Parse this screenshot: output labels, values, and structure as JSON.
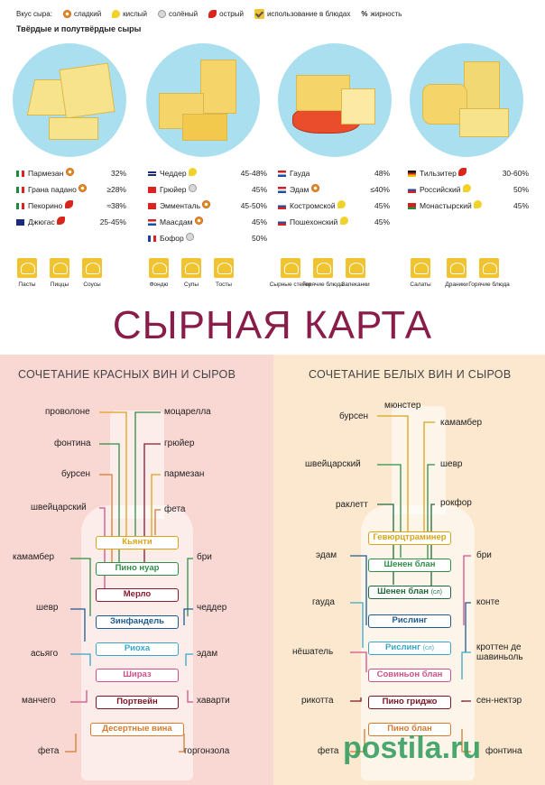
{
  "legend": {
    "label": "Вкус сыра:",
    "items": [
      {
        "icon": "sweet-icon",
        "label": "сладкий"
      },
      {
        "icon": "sour-icon",
        "label": "кислый"
      },
      {
        "icon": "salty-icon",
        "label": "солёный"
      },
      {
        "icon": "spicy-icon",
        "label": "острый"
      },
      {
        "icon": "use-in-dishes-icon",
        "label": "использование в блюдах"
      },
      {
        "icon": "percent-icon",
        "symbol": "%",
        "label": "жирность"
      }
    ]
  },
  "subtitle": "Твёрдые и полутвёрдые сыры",
  "groups": [
    {
      "cheeses": [
        {
          "name": "Пармезан",
          "flag": "italy",
          "taste": "sweet-icon",
          "fat": "32%"
        },
        {
          "name": "Грана падано",
          "flag": "italy",
          "taste": "sweet-icon",
          "fat": "≥28%"
        },
        {
          "name": "Пекорино",
          "flag": "italy",
          "taste": "spicy-icon",
          "fat": "≈38%"
        },
        {
          "name": "Джюгас",
          "flag": "lithuania",
          "taste": "spicy-icon",
          "fat": "25-45%"
        }
      ],
      "uses": [
        "Пасты",
        "Пиццы",
        "Соусы"
      ]
    },
    {
      "cheeses": [
        {
          "name": "Чеддер",
          "flag": "uk",
          "taste": "sour-icon",
          "fat": "45-48%"
        },
        {
          "name": "Грюйер",
          "flag": "switzerland",
          "taste": "salty-icon",
          "fat": "45%"
        },
        {
          "name": "Эмменталь",
          "flag": "switzerland",
          "taste": "sweet-icon",
          "fat": "45-50%"
        },
        {
          "name": "Маасдам",
          "flag": "netherlands",
          "taste": "sweet-icon",
          "fat": "45%"
        },
        {
          "name": "Бофор",
          "flag": "france",
          "taste": "salty-icon",
          "fat": "50%"
        }
      ],
      "uses": [
        "Фондю",
        "Супы",
        "Тосты"
      ]
    },
    {
      "cheeses": [
        {
          "name": "Гауда",
          "flag": "netherlands",
          "taste": "",
          "fat": "48%"
        },
        {
          "name": "Эдам",
          "flag": "netherlands",
          "taste": "sweet-icon",
          "fat": "≤40%"
        },
        {
          "name": "Костромской",
          "flag": "russia",
          "taste": "sour-icon",
          "fat": "45%"
        },
        {
          "name": "Пошехонский",
          "flag": "russia",
          "taste": "sour-icon",
          "fat": "45%"
        }
      ],
      "uses": [
        "Сырные стейки",
        "Горячие блюда",
        "Запеканки"
      ]
    },
    {
      "cheeses": [
        {
          "name": "Тильзитер",
          "flag": "germany",
          "taste": "spicy-icon",
          "fat": "30-60%"
        },
        {
          "name": "Российский",
          "flag": "russia",
          "taste": "sour-icon",
          "fat": "50%"
        },
        {
          "name": "Монастырский",
          "flag": "belarus",
          "taste": "sour-icon",
          "fat": "45%"
        }
      ],
      "uses": [
        "Салаты",
        "Драники",
        "Горячие блюда"
      ]
    }
  ],
  "main_title": "СЫРНАЯ КАРТА",
  "red": {
    "title": "СОЧЕТАНИЕ КРАСНЫХ ВИН И СЫРОВ",
    "wines": [
      {
        "name": "Кьянти",
        "color": "#d9a419"
      },
      {
        "name": "Пино нуар",
        "color": "#2e8f46"
      },
      {
        "name": "Мерло",
        "color": "#8b1a2e"
      },
      {
        "name": "Зинфандель",
        "color": "#1f5a91"
      },
      {
        "name": "Риоха",
        "color": "#37a6c9"
      },
      {
        "name": "Шираз",
        "color": "#d1508a"
      },
      {
        "name": "Портвейн",
        "color": "#7a1426"
      },
      {
        "name": "Десертные вина",
        "color": "#d67a2e"
      }
    ],
    "left_cheeses": [
      "проволоне",
      "фонтина",
      "бурсен",
      "швейцарский",
      "камамбер",
      "шевр",
      "асьяго",
      "манчего",
      "фета"
    ],
    "right_cheeses": [
      "моцарелла",
      "грюйер",
      "пармезан",
      "фета",
      "бри",
      "чеддер",
      "эдам",
      "хаварти",
      "горгонзола"
    ]
  },
  "white": {
    "title": "СОЧЕТАНИЕ БЕЛЫХ ВИН И СЫРОВ",
    "wines": [
      {
        "name": "Гевюрцтраминер",
        "suffix": "",
        "color": "#d9a419"
      },
      {
        "name": "Шенен блан",
        "suffix": "",
        "color": "#2e8f46"
      },
      {
        "name": "Шенен блан",
        "suffix": "(сл)",
        "color": "#1f6a3a"
      },
      {
        "name": "Рислинг",
        "suffix": "",
        "color": "#1f5a91"
      },
      {
        "name": "Рислинг",
        "suffix": "(сл)",
        "color": "#37a6c9"
      },
      {
        "name": "Совиньон блан",
        "suffix": "",
        "color": "#d1508a"
      },
      {
        "name": "Пино гриджо",
        "suffix": "",
        "color": "#7a1426"
      },
      {
        "name": "Пино блан",
        "suffix": "",
        "color": "#d67a2e"
      }
    ],
    "left_cheeses": [
      "бурсен",
      "швейцарский",
      "раклетт",
      "эдам",
      "гауда",
      "нёшатель",
      "рикотта",
      "фета"
    ],
    "top_cheese": "мюнстер",
    "right_cheeses": [
      "камамбер",
      "шевр",
      "рокфор",
      "бри",
      "конте",
      "кроттен де шавиньоль",
      "сен-нектэр",
      "фонтина"
    ]
  },
  "watermark": "postila.ru"
}
